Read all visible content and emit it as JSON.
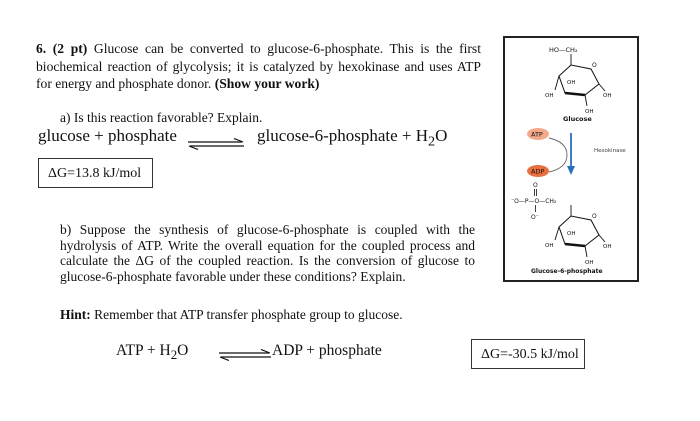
{
  "question": {
    "number_points": "6. (2 pt)",
    "line1": " Glucose can be converted to glucose-6-phosphate. This is the first biochemical reaction of glycolysis; it is catalyzed by hexokinase and uses ATP for energy and phosphate donor. ",
    "show_work": "(Show your work)"
  },
  "part_a": {
    "prompt": "a)  Is this reaction favorable? Explain.",
    "eq_left": "glucose + phosphate",
    "eq_right_main": "glucose-6-phosphate + H",
    "eq_right_sub": "2",
    "eq_right_end": "O",
    "delta_g": "ΔG=13.8 kJ/mol"
  },
  "part_b": {
    "prompt": "b)  Suppose the synthesis of glucose-6-phosphate is coupled with the hydrolysis of ATP. Write the overall equation for the coupled process and calculate the ΔG of the coupled reaction. Is the conversion of glucose to glucose-6-phosphate favorable under these conditions? Explain."
  },
  "hint": {
    "label": "Hint:",
    "text": " Remember that ATP transfer phosphate group to glucose."
  },
  "eq_b": {
    "left_main": "ATP + H",
    "left_sub": "2",
    "left_end": "O",
    "right": "ADP + phosphate",
    "delta_g": "ΔG=-30.5 kJ/mol"
  },
  "diagram": {
    "glucose_top": "HO—CH₂",
    "ring_o": "O",
    "oh": "OH",
    "glucose_label": "Glucose",
    "atp": "ATP",
    "adp": "ADP",
    "enzyme": "Hexokinase",
    "phosphate_o": "O",
    "phosphate_chain": "⁻O—P—O—CH₂",
    "o_minus": "O⁻",
    "g6p_label": "Glucose-6-phosphate",
    "colors": {
      "atp_fill": "#f3a98a",
      "adp_fill": "#e8703f",
      "arrow": "#2a6fbf",
      "enzyme_text": "#444"
    }
  }
}
